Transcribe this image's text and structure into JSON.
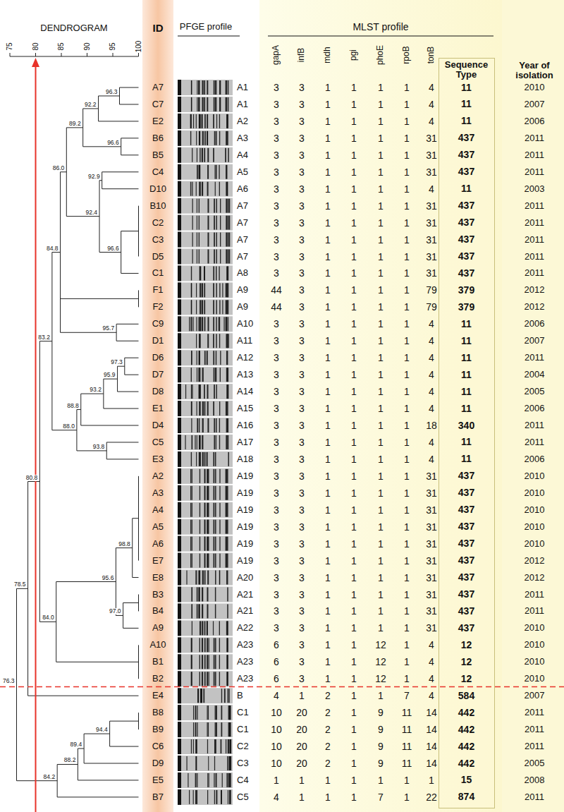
{
  "diagram": {
    "nodes": [
      {
        "text": [
          "ID",
          "A7",
          "C7",
          "E2",
          "B6",
          "B5",
          "C4",
          "D10",
          "B10",
          "C2",
          "C3",
          "D5",
          "C1",
          "F1",
          "F2",
          "C9",
          "D1",
          "D6",
          "D7",
          "D8",
          "E1",
          "D4",
          "C5",
          "E3",
          "A2",
          "A3",
          "A4",
          "A5",
          "A6",
          "E7",
          "E8",
          "B3",
          "B4",
          "A9",
          "A10",
          "B1",
          "B2",
          "E4",
          "B8",
          "B9",
          "C6",
          "D9",
          "E5",
          "B7"
        ]
      },
      {
        "text": [
          "MLST profile",
          "gapA",
          "infB",
          "mdh",
          "pgi",
          "phoE",
          "rpoB",
          "tonB",
          "3",
          "3",
          "1",
          "1",
          "1",
          "1",
          "4",
          "3",
          "3",
          "1",
          "1",
          "1",
          "1",
          "4",
          "3",
          "3",
          "1",
          "1",
          "1",
          "1",
          "4",
          "3",
          "3",
          "1",
          "1",
          "1",
          "1",
          "31",
          "3",
          "3",
          "1",
          "1",
          "1",
          "1",
          "31",
          "3",
          "3",
          "1",
          "1",
          "1",
          "1",
          "31",
          "3",
          "3",
          "1",
          "1",
          "1",
          "1",
          "4",
          "3",
          "3",
          "1",
          "1",
          "1",
          "1",
          "31",
          "3",
          "3",
          "1",
          "1",
          "1",
          "1",
          "31",
          "3",
          "3",
          "1",
          "1",
          "1",
          "1",
          "31",
          "3",
          "3",
          "1",
          "1",
          "1",
          "1",
          "31",
          "3",
          "3",
          "1",
          "1",
          "1",
          "1",
          "31",
          "44",
          "3",
          "1",
          "1",
          "1",
          "1",
          "79",
          "44",
          "3",
          "1",
          "1",
          "1",
          "1",
          "79",
          "3",
          "3",
          "1",
          "1",
          "1",
          "1",
          "4",
          "3",
          "3",
          "1",
          "1",
          "1",
          "1",
          "4",
          "3",
          "3",
          "1",
          "1",
          "1",
          "1",
          "4",
          "3",
          "3",
          "1",
          "1",
          "1",
          "1",
          "4",
          "3",
          "3",
          "1",
          "1",
          "1",
          "1",
          "4",
          "3",
          "3",
          "1",
          "1",
          "1",
          "1",
          "4",
          "3",
          "3",
          "1",
          "1",
          "1",
          "1",
          "18",
          "3",
          "3",
          "1",
          "1",
          "1",
          "1",
          "4",
          "3",
          "3",
          "1",
          "1",
          "1",
          "1",
          "4",
          "3",
          "3",
          "1",
          "1",
          "1",
          "1",
          "31",
          "3",
          "3",
          "1",
          "1",
          "1",
          "1",
          "31",
          "3",
          "3",
          "1",
          "1",
          "1",
          "1",
          "31",
          "3",
          "3",
          "1",
          "1",
          "1",
          "1",
          "31",
          "3",
          "3",
          "1",
          "1",
          "1",
          "1",
          "31",
          "3",
          "3",
          "1",
          "1",
          "1",
          "1",
          "31",
          "3",
          "3",
          "1",
          "1",
          "1",
          "1",
          "31",
          "3",
          "3",
          "1",
          "1",
          "1",
          "1",
          "31",
          "3",
          "3",
          "1",
          "1",
          "1",
          "1",
          "31",
          "3",
          "3",
          "1",
          "1",
          "1",
          "1",
          "31",
          "6",
          "3",
          "1",
          "1",
          "12",
          "1",
          "4",
          "6",
          "3",
          "1",
          "1",
          "12",
          "1",
          "4",
          "6",
          "3",
          "1",
          "1",
          "12",
          "1",
          "4",
          "4",
          "1",
          "2",
          "1",
          "1",
          "7",
          "4",
          "10",
          "20",
          "2",
          "1",
          "9",
          "11",
          "14",
          "10",
          "20",
          "2",
          "1",
          "9",
          "11",
          "14",
          "10",
          "20",
          "2",
          "1",
          "9",
          "11",
          "14",
          "10",
          "20",
          "2",
          "1",
          "9",
          "11",
          "14",
          "1",
          "1",
          "1",
          "1",
          "1",
          "1",
          "1",
          "4",
          "1",
          "1",
          "1",
          "7",
          "1",
          "22"
        ]
      },
      {
        "text": [
          "Sequence Type",
          "11",
          "11",
          "11",
          "437",
          "437",
          "437",
          "11",
          "437",
          "437",
          "437",
          "437",
          "437",
          "379",
          "379",
          "11",
          "11",
          "11",
          "11",
          "11",
          "11",
          "340",
          "11",
          "11",
          "437",
          "437",
          "437",
          "437",
          "437",
          "437",
          "437",
          "437",
          "437",
          "437",
          "12",
          "12",
          "12",
          "584",
          "442",
          "442",
          "442",
          "442",
          "15",
          "874"
        ],
        "in": 1
      }
    ],
    "labels": [
      "DENDROGRAM",
      "75",
      "80",
      "85",
      "90",
      "95",
      "100",
      "96.3",
      "92.2",
      "96.6",
      "89.2",
      "92.9",
      "92.4",
      "86.0",
      "96.6",
      "84.8",
      "95.7",
      "83.2",
      "97.3",
      "95.9",
      "93.2",
      "88.8",
      "88.0",
      "93.8",
      "80.8",
      "78.5",
      "98.8",
      "95.6",
      "97.0",
      "84.0",
      "76.3",
      "94.4",
      "89.4",
      "88.2",
      "84.2",
      "PFGE profile",
      "A1",
      "A1",
      "A2",
      "A3",
      "A4",
      "A5",
      "A6",
      "A7",
      "A7",
      "A7",
      "A7",
      "A8",
      "A9",
      "A9",
      "A10",
      "A11",
      "A12",
      "A13",
      "A14",
      "A15",
      "A16",
      "A17",
      "A18",
      "A19",
      "A19",
      "A19",
      "A19",
      "A19",
      "A19",
      "A20",
      "A21",
      "A21",
      "A22",
      "A23",
      "A23",
      "A23",
      "B",
      "C1",
      "C1",
      "C2",
      "C3",
      "C4",
      "C5",
      "Year of isolation",
      "2010",
      "2007",
      "2006",
      "2011",
      "2011",
      "2011",
      "2003",
      "2011",
      "2011",
      "2011",
      "2011",
      "2011",
      "2012",
      "2012",
      "2006",
      "2007",
      "2011",
      "2004",
      "2005",
      "2006",
      "2011",
      "2011",
      "2006",
      "2010",
      "2010",
      "2010",
      "2010",
      "2010",
      "2012",
      "2012",
      "2011",
      "2011",
      "2010",
      "2010",
      "2010",
      "2010",
      "2007",
      "2011",
      "2011",
      "2011",
      "2005",
      "2008",
      "2011"
    ]
  }
}
